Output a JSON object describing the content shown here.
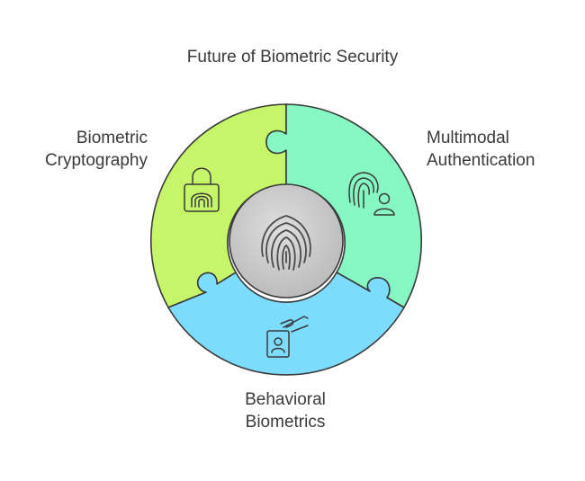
{
  "title": "Future of Biometric Security",
  "segments": [
    {
      "id": "biometric-cryptography",
      "lines": [
        "Biometric",
        "Cryptography"
      ],
      "color": "#c6f56a",
      "icon": "fingerprint-lock-icon"
    },
    {
      "id": "multimodal-authentication",
      "lines": [
        "Multimodal",
        "Authentication"
      ],
      "color": "#86f7c3",
      "icon": "fingerprint-user-icon"
    },
    {
      "id": "behavioral-biometrics",
      "lines": [
        "Behavioral",
        "Biometrics"
      ],
      "color": "#7ddcfc",
      "icon": "hand-id-card-icon"
    }
  ],
  "center": {
    "color": "#c9c9c9",
    "icon": "fingerprint-icon"
  }
}
